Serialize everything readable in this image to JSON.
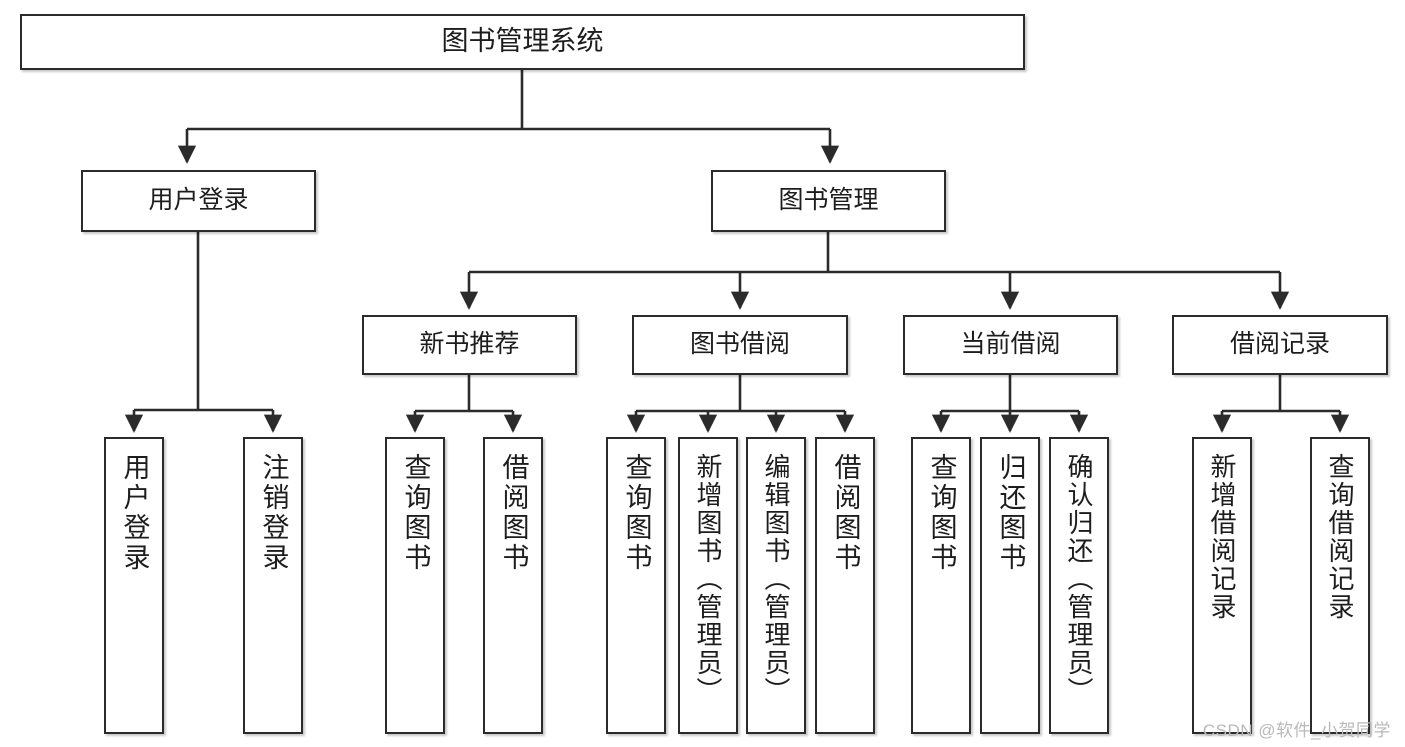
{
  "diagram": {
    "title": "图书管理系统",
    "type": "tree",
    "watermark": "CSDN @软件_小贺同学",
    "colors": {
      "box_border": "#2b2b2b",
      "box_fill": "#ffffff",
      "edge": "#2b2b2b",
      "text": "#1d1d1d",
      "watermark": "#b9b9b9"
    },
    "root": {
      "label": "图书管理系统"
    },
    "level2": [
      {
        "label": "用户登录"
      },
      {
        "label": "图书管理"
      }
    ],
    "level3": [
      {
        "label": "新书推荐"
      },
      {
        "label": "图书借阅"
      },
      {
        "label": "当前借阅"
      },
      {
        "label": "借阅记录"
      }
    ],
    "leaves": {
      "user_login": [
        {
          "label": "用户登录"
        },
        {
          "label": "注销登录"
        }
      ],
      "new_book": [
        {
          "label": "查询图书"
        },
        {
          "label": "借阅图书"
        }
      ],
      "book_borrow": [
        {
          "label": "查询图书"
        },
        {
          "label": "新增图书（管理员）"
        },
        {
          "label": "编辑图书（管理员）"
        },
        {
          "label": "借阅图书"
        }
      ],
      "current_borrow": [
        {
          "label": "查询图书"
        },
        {
          "label": "归还图书"
        },
        {
          "label": "确认归还（管理员）"
        }
      ],
      "borrow_record": [
        {
          "label": "新增借阅记录"
        },
        {
          "label": "查询借阅记录"
        }
      ]
    }
  }
}
